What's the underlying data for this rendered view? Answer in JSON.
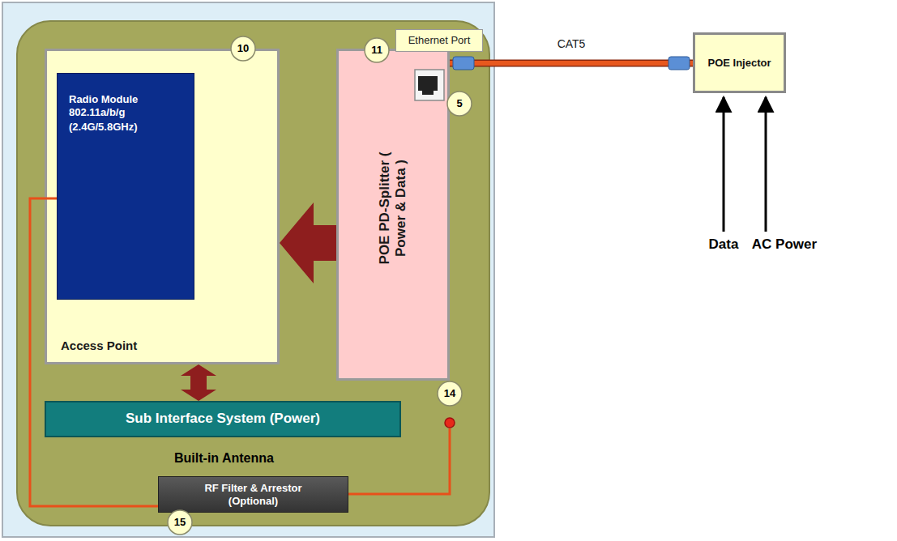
{
  "diagram": {
    "nodes": [
      {
        "text": [
          "Built-in Antenna"
        ]
      },
      {
        "text": [
          "Access Point"
        ],
        "in": 0
      },
      {
        "text": [
          "Radio Module 802.11a/b/g",
          "(2.4G/5.8GHz)"
        ],
        "in": 1
      },
      {
        "text": [
          "POE PD-Splitter ( Power & Data )"
        ],
        "in": 0
      },
      {
        "text": [
          "Ethernet Port"
        ]
      },
      {
        "text": [
          "Sub Interface System (Power)"
        ],
        "in": 0
      },
      {
        "text": [
          "RF Filter & Arrestor (Optional)"
        ],
        "in": 0
      },
      {
        "text": [
          "POE Injector"
        ]
      }
    ],
    "edges": [
      {
        "from": 3,
        "to": 1,
        "arrow": "to"
      },
      {
        "from": 1,
        "to": 5,
        "arrow": "both"
      },
      {
        "from": 3,
        "to": 7,
        "arrow": "none",
        "label": "CAT5"
      },
      {
        "from": 2,
        "to": 6,
        "arrow": "none"
      }
    ],
    "labels": [
      "10",
      "11",
      "5",
      "14",
      "15",
      "Data",
      "AC Power"
    ]
  }
}
